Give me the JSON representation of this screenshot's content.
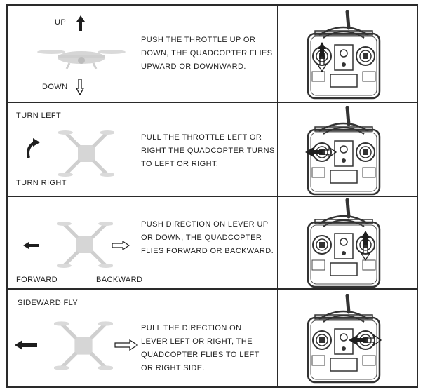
{
  "rows": [
    {
      "labels": [
        "UP",
        "DOWN"
      ],
      "lines": [
        "PUSH THE THROTTLE UP OR",
        "DOWN, THE QUADCOPTER FLIES",
        "UPWARD OR DOWNWARD."
      ],
      "remote_arrows": [
        "up-arrow-icon",
        "down-arrow-icon"
      ]
    },
    {
      "labels": [
        "TURN LEFT",
        "TURN RIGHT"
      ],
      "lines": [
        "PULL THE THROTTLE LEFT OR",
        "RIGHT THE QUADCOPTER TURNS",
        "TO LEFT OR RIGHT."
      ],
      "remote_arrows": [
        "left-arrow-icon",
        "right-arrow-icon"
      ]
    },
    {
      "labels": [
        "FORWARD",
        "BACKWARD"
      ],
      "lines": [
        "PUSH DIRECTION ON LEVER UP",
        "OR DOWN, THE QUADCOPTER",
        "FLIES FORWARD OR BACKWARD."
      ],
      "remote_arrows": [
        "up-arrow-icon",
        "down-arrow-icon"
      ]
    },
    {
      "labels": [
        "SIDEWARD FLY"
      ],
      "lines": [
        "PULL THE DIRECTION ON",
        "LEVER LEFT OR RIGHT, THE",
        "QUADCOPTER FLIES TO LEFT",
        "OR RIGHT SIDE."
      ],
      "remote_arrows": [
        "left-arrow-icon",
        "right-arrow-icon"
      ]
    }
  ],
  "colors": {
    "ink": "#1e1e1e",
    "drone": "#c8c8c8",
    "border": "#2a2a2a"
  }
}
